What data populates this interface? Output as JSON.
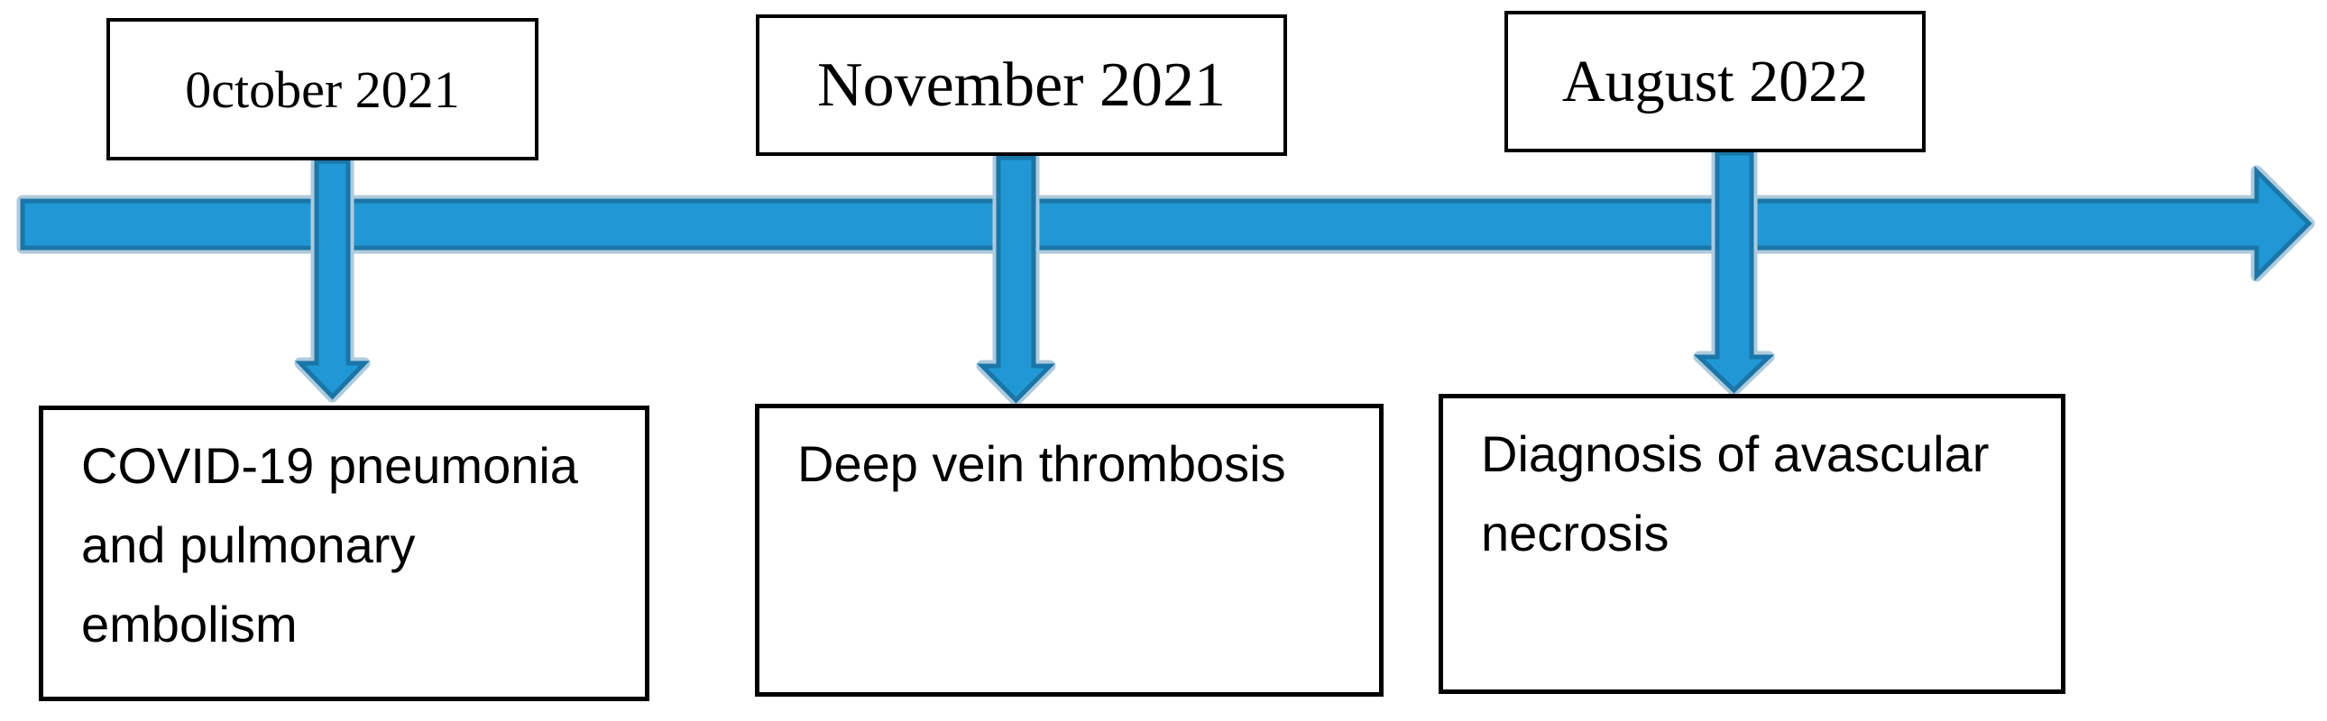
{
  "diagram": {
    "type": "timeline",
    "direction": "left-to-right",
    "milestones": [
      {
        "date": "0ctober 2021",
        "event": "COVID-19 pneumonia and pulmonary embolism",
        "event_lines": [
          "COVID-19 pneumonia",
          "and pulmonary",
          "embolism"
        ]
      },
      {
        "date": "November 2021",
        "event": "Deep vein thrombosis",
        "event_lines": [
          "Deep vein thrombosis"
        ]
      },
      {
        "date": "August 2022",
        "event": "Diagnosis of avascular necrosis",
        "event_lines": [
          "Diagnosis of avascular",
          "necrosis"
        ]
      }
    ],
    "colors": {
      "arrow_fill": "#2098D5",
      "arrow_stroke": "#1A76A8",
      "arrow_halo": "#AECBDC",
      "box_border": "#000000",
      "background": "#FFFFFF",
      "text": "#000000"
    }
  }
}
